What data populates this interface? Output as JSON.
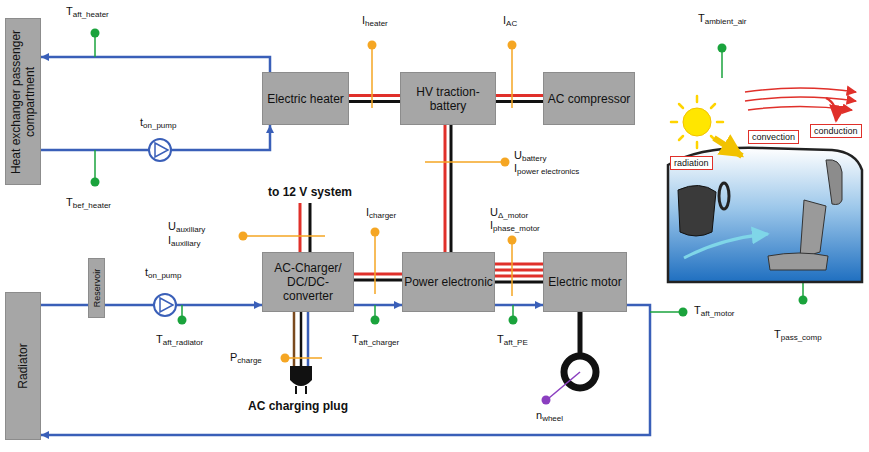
{
  "diagram": {
    "nodes": [
      {
        "text": [
          "Heat exchanger passenger compartment"
        ]
      },
      {
        "text": [
          "Electric heater"
        ]
      },
      {
        "text": [
          "HV traction-battery"
        ]
      },
      {
        "text": [
          "AC compressor"
        ]
      },
      {
        "text": [
          "AC-Charger/ DC/DC-converter"
        ]
      },
      {
        "text": [
          "Power electronic"
        ]
      },
      {
        "text": [
          "Electric motor"
        ]
      },
      {
        "text": [
          "Radiator"
        ]
      },
      {
        "text": [
          "Reservoir"
        ]
      },
      {
        "text": [
          "radiation"
        ]
      },
      {
        "text": [
          "convection"
        ]
      },
      {
        "text": [
          "conduction"
        ]
      }
    ],
    "edges": [
      {
        "from": 0,
        "to": 1,
        "arrow": "to"
      },
      {
        "from": 1,
        "to": 0,
        "arrow": "to"
      },
      {
        "from": 1,
        "to": 2,
        "arrow": "none"
      },
      {
        "from": 2,
        "to": 3,
        "arrow": "none"
      },
      {
        "from": 2,
        "to": 5,
        "arrow": "none"
      },
      {
        "from": 4,
        "to": 5,
        "arrow": "none"
      },
      {
        "from": 5,
        "to": 6,
        "arrow": "none"
      },
      {
        "from": 7,
        "to": 8,
        "arrow": "none"
      },
      {
        "from": 8,
        "to": 4,
        "arrow": "to"
      },
      {
        "from": 4,
        "to": 5,
        "arrow": "to"
      },
      {
        "from": 5,
        "to": 6,
        "arrow": "to"
      },
      {
        "from": 6,
        "to": 7,
        "arrow": "to"
      }
    ],
    "labels": [
      "Taft_heater",
      "ton_pump",
      "Tbef_heater",
      "Iheater",
      "IAC",
      "Ubattery",
      "Ipower electronics",
      "to 12 V system",
      "Uauxiliary",
      "Iauxiliary",
      "Icharger",
      "UΔ_motor",
      "Iphase_motor",
      "ton_pump",
      "Taft_radiator",
      "Pcharge",
      "Taft_charger",
      "Taft_PE",
      "AC charging plug",
      "nwheel",
      "Taft_motor",
      "Tambient_air",
      "Tpass_comp"
    ]
  }
}
